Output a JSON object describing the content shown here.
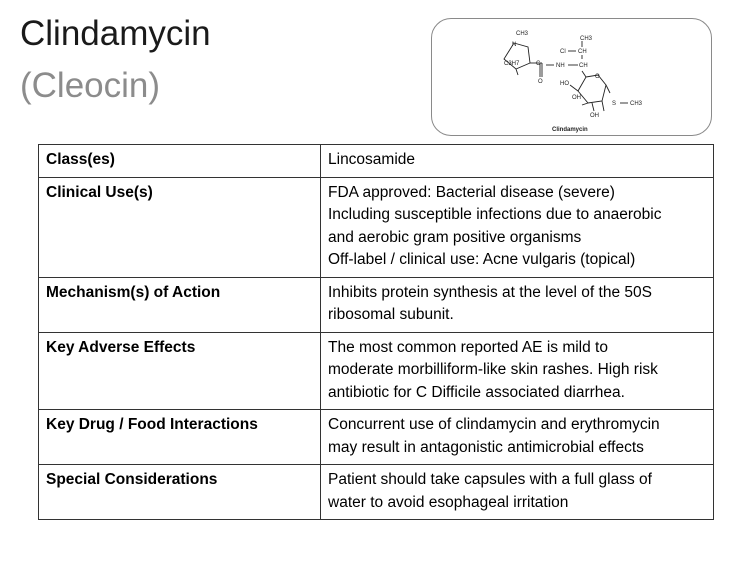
{
  "title": "Clindamycin",
  "subtitle": "(Cleocin)",
  "structure_caption": "Clindamycin",
  "structure_atom_labels": [
    "CH3",
    "N",
    "CH3",
    "Cl",
    "CH",
    "C3H7",
    "C",
    "NH",
    "CH",
    "O",
    "HO",
    "O",
    "OH",
    "S",
    "CH3",
    "OH"
  ],
  "rows": [
    {
      "label": "Class(es)",
      "lines": [
        "Lincosamide"
      ]
    },
    {
      "label": "Clinical Use(s)",
      "lines": [
        "FDA approved: Bacterial disease (severe)",
        "Including susceptible infections due to anaerobic",
        "and aerobic gram  positive organisms",
        "Off-label / clinical use: Acne vulgaris (topical)"
      ]
    },
    {
      "label": "Mechanism(s) of Action",
      "lines": [
        "Inhibits protein synthesis at the level of the 50S",
        "ribosomal subunit."
      ]
    },
    {
      "label": "Key Adverse Effects",
      "lines": [
        "The most common reported AE is mild to",
        "moderate morbilliform-like skin rashes. High risk",
        "antibiotic for C Difficile associated diarrhea."
      ]
    },
    {
      "label": "Key Drug / Food Interactions",
      "lines": [
        "Concurrent use of clindamycin and erythromycin",
        "may result in antagonistic antimicrobial effects"
      ]
    },
    {
      "label": "Special Considerations",
      "lines": [
        "Patient should take capsules with a full glass of",
        "water to avoid esophageal irritation"
      ]
    }
  ]
}
